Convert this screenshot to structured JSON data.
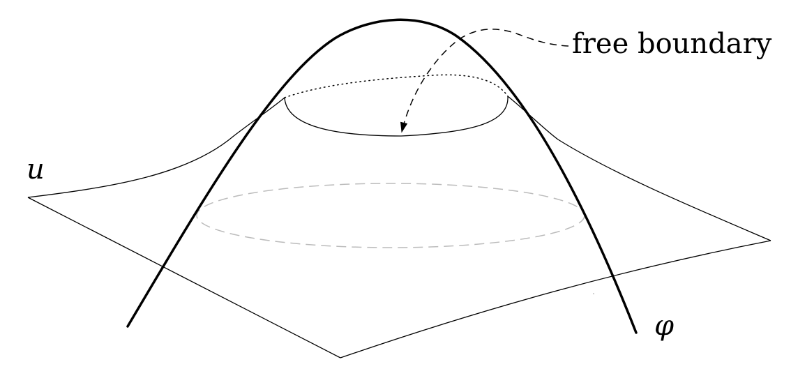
{
  "labels": {
    "free_boundary": "free boundary",
    "u": "u",
    "phi": "φ"
  },
  "colors": {
    "ink": "#000000",
    "faint_dash": "#bbbbbb",
    "background": "#ffffff"
  }
}
